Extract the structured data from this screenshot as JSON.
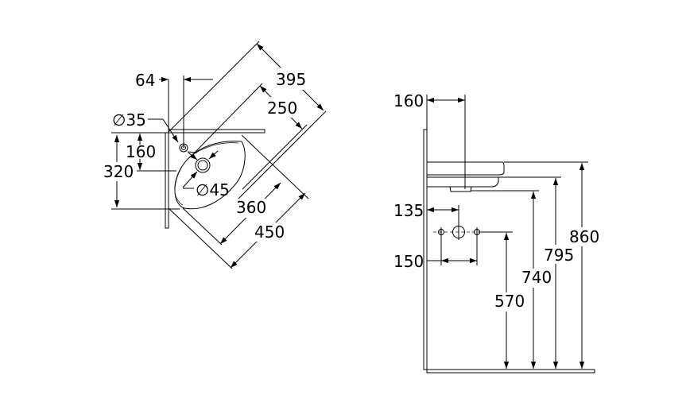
{
  "top_view": {
    "dims": {
      "tap_offset": "64",
      "diag_outer": "395",
      "diag_inner": "250",
      "tap_hole": "∅35",
      "drain_depth": "160",
      "wall_depth": "320",
      "drain_hole": "∅45",
      "front_inner": "360",
      "front_outer": "450"
    }
  },
  "side_view": {
    "dims": {
      "drain_offset": "160",
      "waste_offset": "135",
      "supply_spacing": "150",
      "supply_height": "570",
      "waste_height": "740",
      "underside_height": "795",
      "rim_height": "860"
    }
  }
}
